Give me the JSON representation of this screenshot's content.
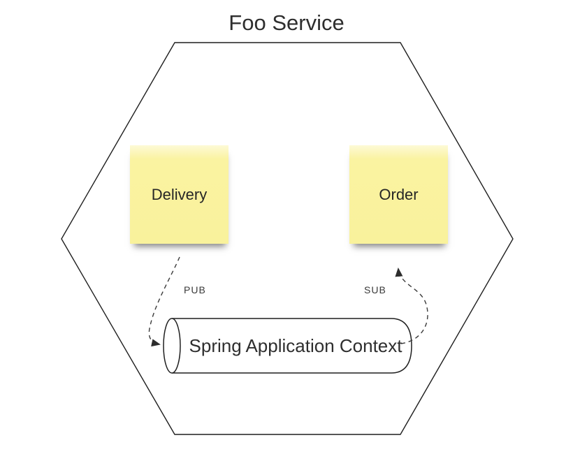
{
  "title": "Foo Service",
  "notes": {
    "delivery": "Delivery",
    "order": "Order"
  },
  "cylinder": {
    "label": "Spring Application Context"
  },
  "edges": {
    "pub_label": "PUB",
    "sub_label": "SUB"
  },
  "colors": {
    "note_yellow": "#faf3a1",
    "note_yellow_highlight": "#fdfad6",
    "outline": "#1f1f1f",
    "arrow": "#3b3b3b",
    "text": "#2e2e2e"
  }
}
